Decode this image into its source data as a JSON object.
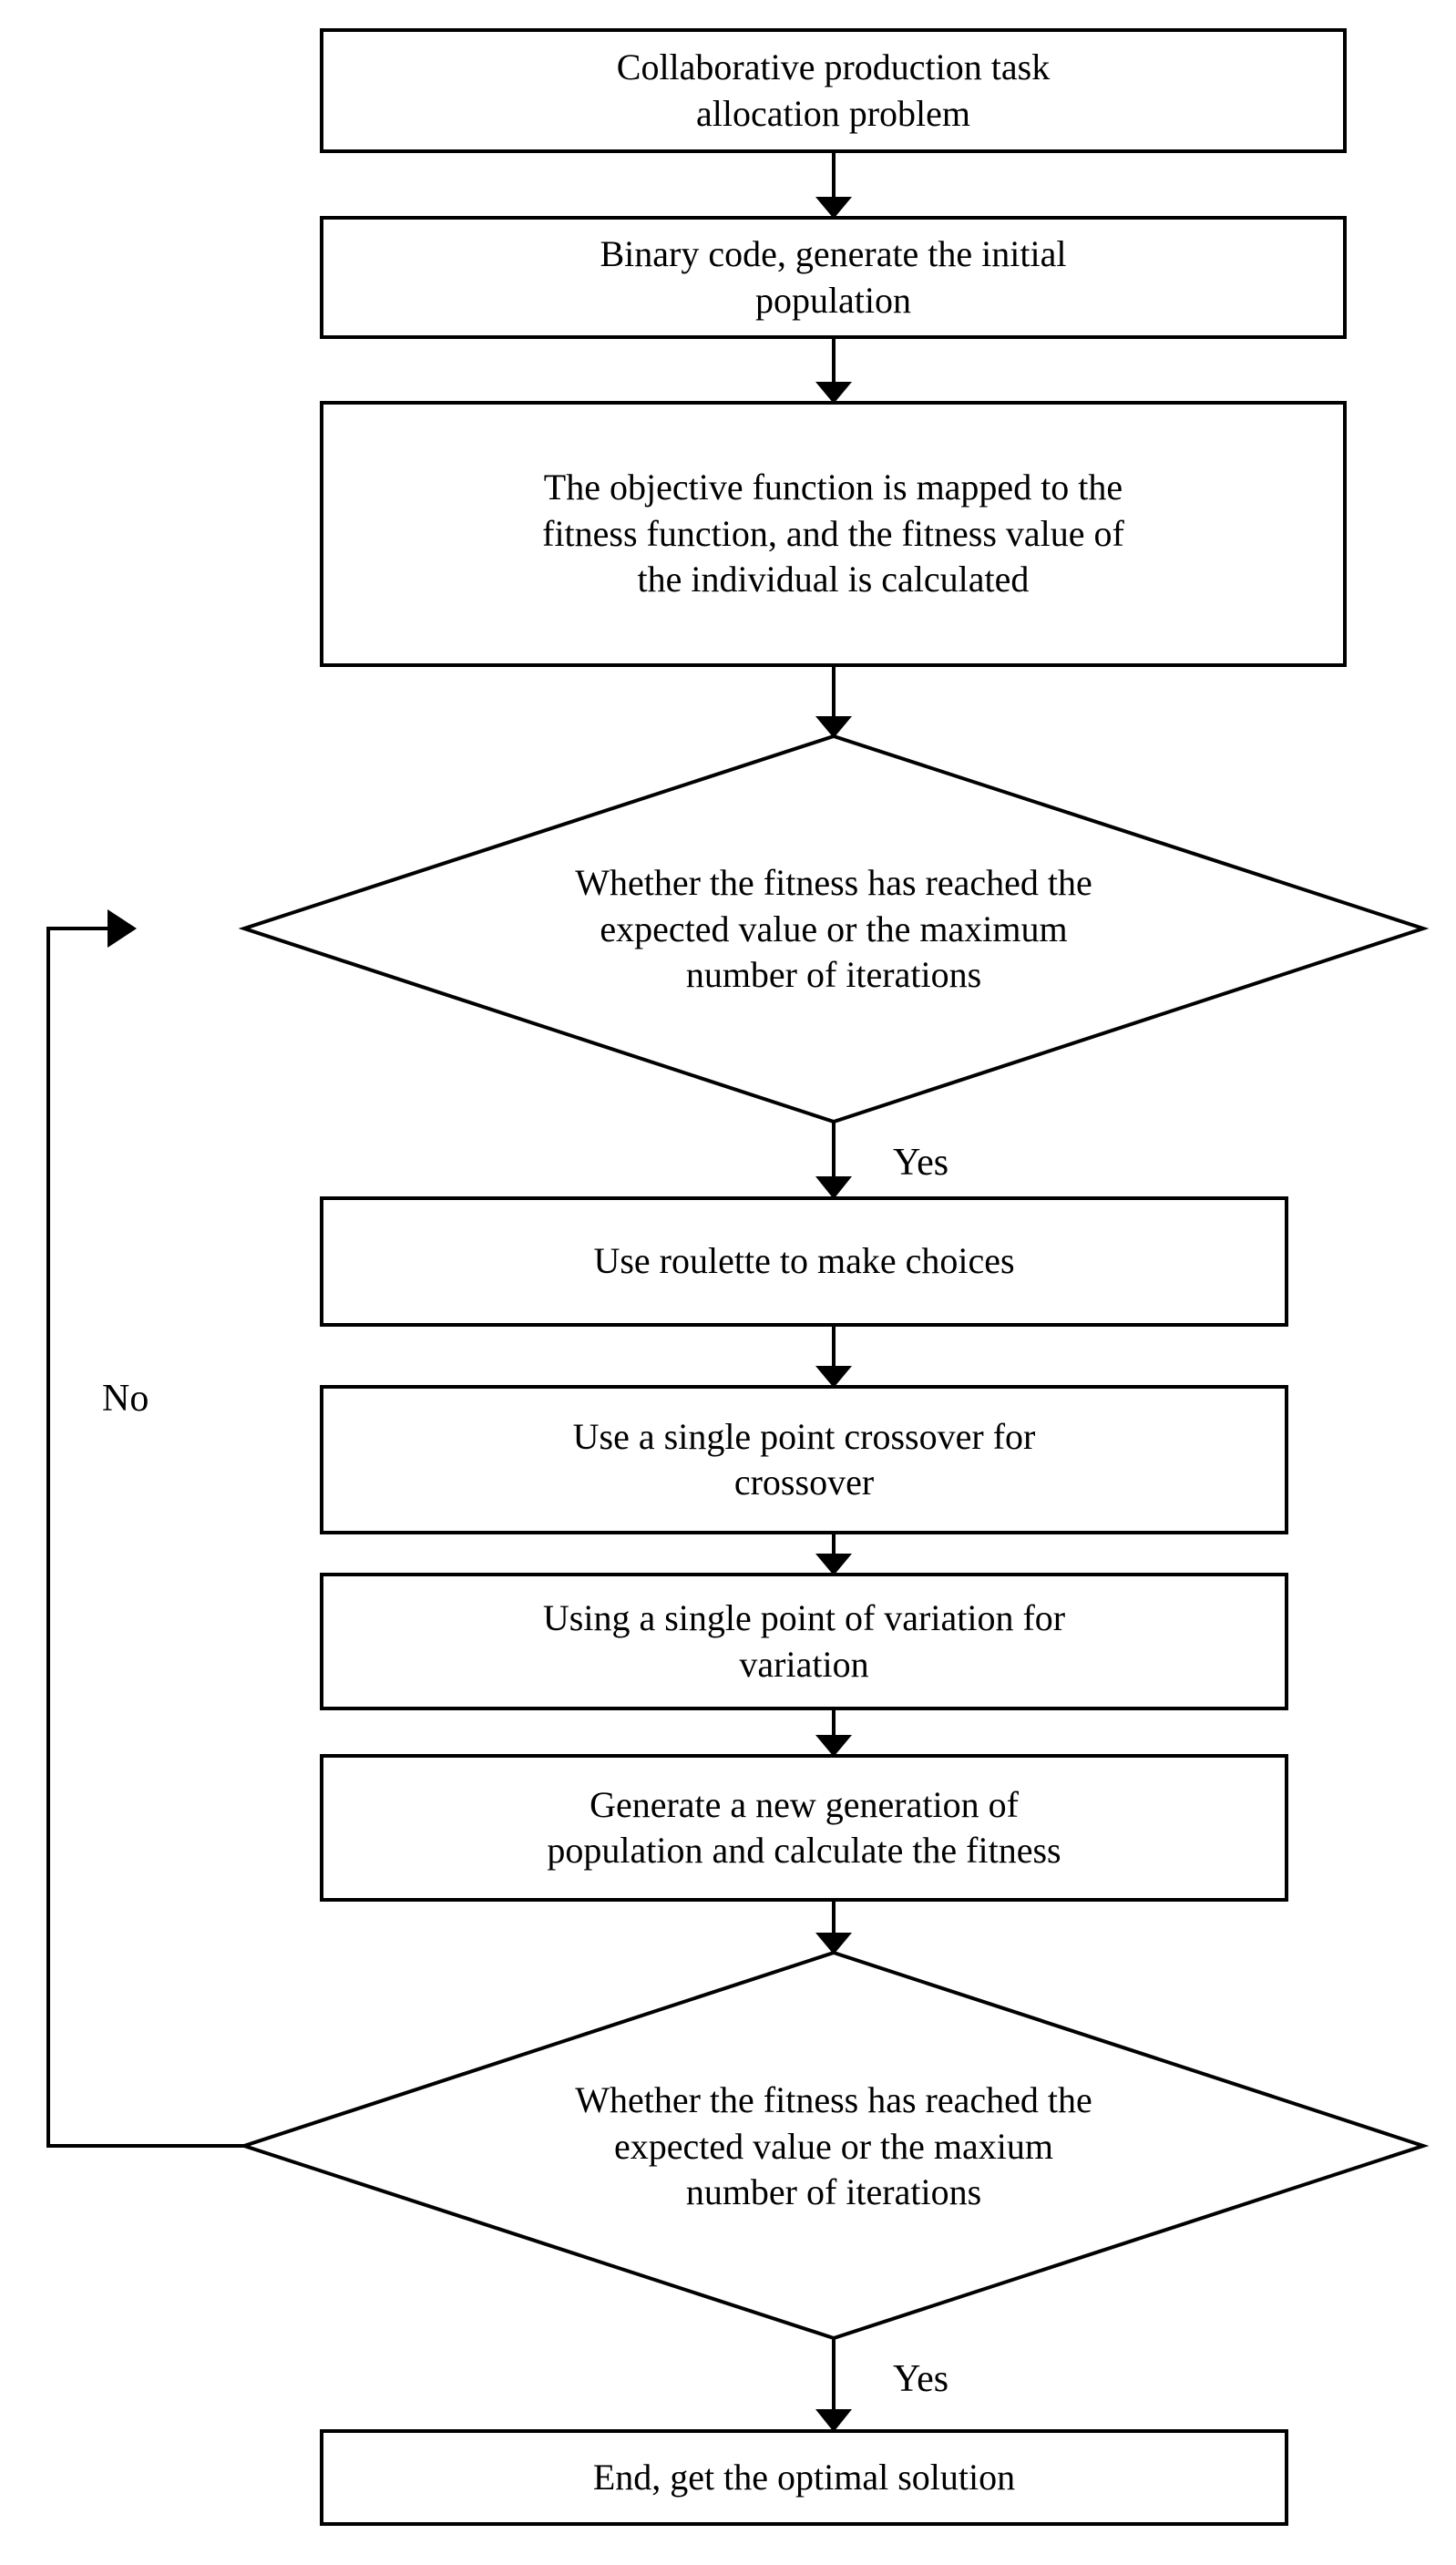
{
  "diagram": {
    "title": "Genetic algorithm flowchart for collaborative production task allocation",
    "type": "flowchart",
    "colors": {
      "background": "#ffffff",
      "stroke": "#000000",
      "fill": "#ffffff",
      "text": "#000000"
    },
    "nodes": [
      {
        "id": "start",
        "shape": "process",
        "label": "Collaborative production task\nallocation problem"
      },
      {
        "id": "encode",
        "shape": "process",
        "label": "Binary code, generate the initial\npopulation"
      },
      {
        "id": "fitness",
        "shape": "process",
        "label": "The objective function is mapped to the\nfitness function, and the fitness value of\nthe individual is calculated"
      },
      {
        "id": "decision-top",
        "shape": "decision",
        "label": "Whether the fitness has reached the\nexpected value or the maximum\nnumber of iterations"
      },
      {
        "id": "selection",
        "shape": "process",
        "label": "Use roulette to make choices"
      },
      {
        "id": "crossover",
        "shape": "process",
        "label": "Use a single point crossover for\ncrossover"
      },
      {
        "id": "mutation",
        "shape": "process",
        "label": "Using a single point of variation for\nvariation"
      },
      {
        "id": "newgen",
        "shape": "process",
        "label": "Generate a new generation of\npopulation and calculate the fitness"
      },
      {
        "id": "decision-bottom",
        "shape": "decision",
        "label": "Whether the fitness has reached the\nexpected value or the maxium\nnumber of iterations"
      },
      {
        "id": "end",
        "shape": "process",
        "label": "End, get the optimal solution"
      }
    ],
    "edge_labels": {
      "yes_top": "Yes",
      "no_loop": "No",
      "yes_bottom": "Yes"
    }
  }
}
